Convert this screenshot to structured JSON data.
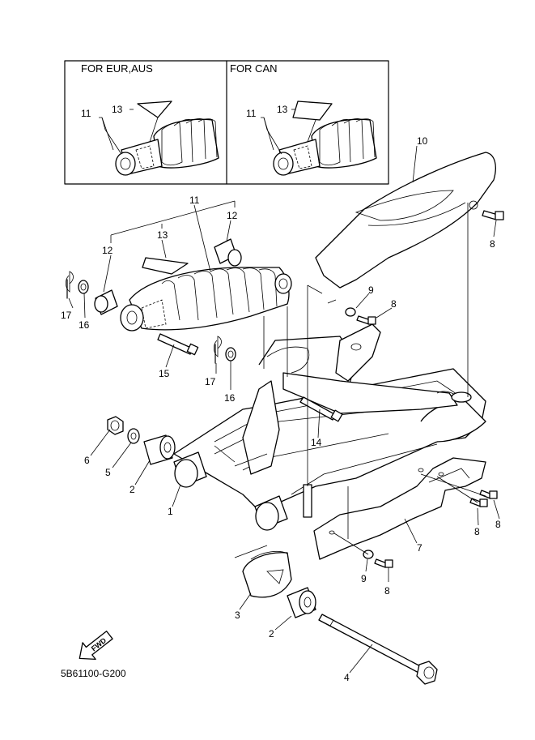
{
  "inset": {
    "left_title": "FOR EUR,AUS",
    "right_title": "FOR CAN",
    "left_labels": [
      "11",
      "13"
    ],
    "right_labels": [
      "11",
      "13"
    ]
  },
  "callouts": {
    "c1": "1",
    "c2a": "2",
    "c2b": "2",
    "c3": "3",
    "c4": "4",
    "c5": "5",
    "c6": "6",
    "c7": "7",
    "c8a": "8",
    "c8b": "8",
    "c8c": "8",
    "c8d": "8",
    "c8e": "8",
    "c9a": "9",
    "c9b": "9",
    "c10": "10",
    "c11": "11",
    "c12a": "12",
    "c12b": "12",
    "c13": "13",
    "c14": "14",
    "c15": "15",
    "c16a": "16",
    "c16b": "16",
    "c17a": "17",
    "c17b": "17"
  },
  "fwd_label": "FWD",
  "diagram_code": "5B61100-G200"
}
